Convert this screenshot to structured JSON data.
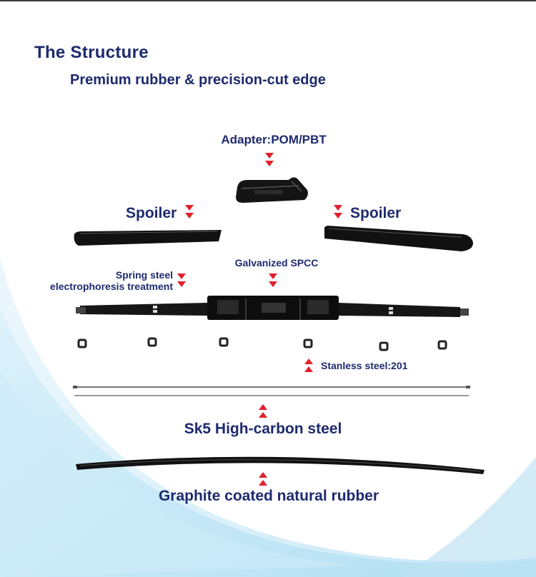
{
  "header": {
    "title": "The Structure",
    "subtitle": "Premium rubber & precision-cut edge"
  },
  "parts": {
    "adapter": "Adapter:POM/PBT",
    "spoiler_left": "Spoiler",
    "spoiler_right": "Spoiler",
    "galvanized": "Galvanized SPCC",
    "spring_line1": "Spring steel",
    "spring_line2": "electrophoresis treatment",
    "stainless": "Stanless steel:201",
    "sk5": "Sk5 High-carbon steel",
    "rubber": "Graphite coated natural rubber"
  },
  "colors": {
    "text": "#1d2a6e",
    "arrow": "#e0202a",
    "component": "#111111",
    "swoosh": "#bfe3f4"
  }
}
